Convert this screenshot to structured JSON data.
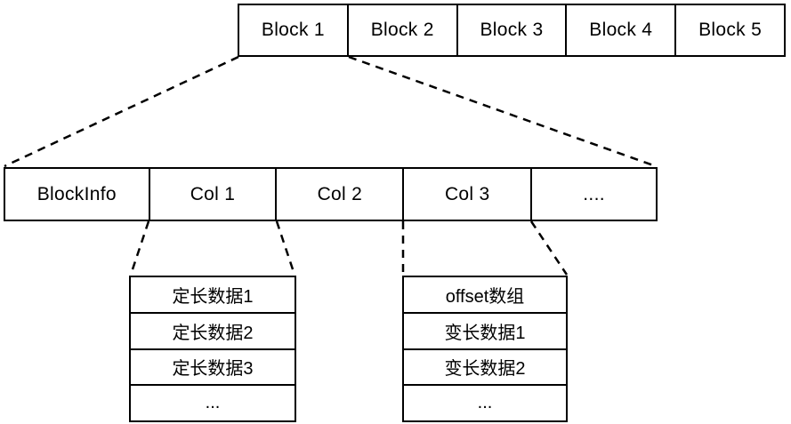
{
  "colors": {
    "background": "#ffffff",
    "line": "#000000",
    "text": "#000000"
  },
  "diagram": {
    "blocks_row": {
      "cells": [
        {
          "label": "Block 1"
        },
        {
          "label": "Block 2"
        },
        {
          "label": "Block 3"
        },
        {
          "label": "Block 4"
        },
        {
          "label": "Block 5"
        }
      ]
    },
    "block_detail_row": {
      "cells": [
        {
          "label": "BlockInfo"
        },
        {
          "label": "Col 1"
        },
        {
          "label": "Col 2"
        },
        {
          "label": "Col 3"
        },
        {
          "label": "...."
        }
      ]
    },
    "fixed_length_table": {
      "rows": [
        {
          "label": "定长数据1"
        },
        {
          "label": "定长数据2"
        },
        {
          "label": "定长数据3"
        },
        {
          "label": "..."
        }
      ]
    },
    "variable_length_table": {
      "rows": [
        {
          "label": "offset数组"
        },
        {
          "label": "变长数据1"
        },
        {
          "label": "变长数据2"
        },
        {
          "label": "..."
        }
      ]
    },
    "connections": [
      {
        "from": "Block 1",
        "to": "block detail row",
        "style": "dashed"
      },
      {
        "from": "Col 1",
        "to": "fixed length table",
        "style": "dashed"
      },
      {
        "from": "Col 3",
        "to": "variable length table",
        "style": "dashed"
      }
    ]
  }
}
